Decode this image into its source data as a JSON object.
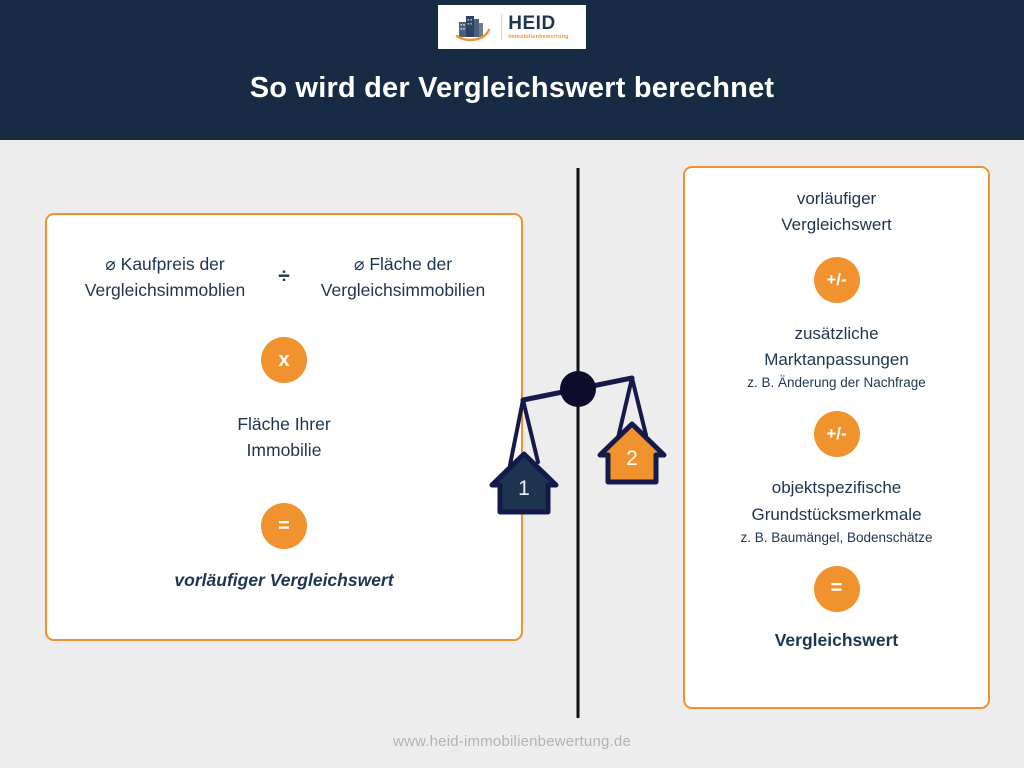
{
  "brand": {
    "logo_name": "HEID",
    "logo_tagline": "Immobilienbewertung",
    "logo_icon": "building-with-swoosh-icon"
  },
  "header": {
    "title": "So wird der Vergleichswert berechnet",
    "background_color": "#172b44"
  },
  "colors": {
    "navy": "#1d3550",
    "header_navy": "#172b44",
    "orange": "#f0922d",
    "page_background": "#ededed",
    "panel_background": "#ffffff",
    "footer_text": "#b3b3b3"
  },
  "left_panel": {
    "numerator": "⌀ Kaufpreis der\nVergleichsimmoblien",
    "numerator_line1": "⌀ Kaufpreis der",
    "numerator_line2": "Vergleichsimmoblien",
    "divide_operator": "÷",
    "denominator_line1": "⌀ Fläche der",
    "denominator_line2": "Vergleichsimmobilien",
    "multiply_operator": "x",
    "multiplier_line1": "Fläche Ihrer",
    "multiplier_line2": "Immobilie",
    "equals_operator": "=",
    "result": "vorläufiger Vergleichswert"
  },
  "right_panel": {
    "start_line1": "vorläufiger",
    "start_line2": "Vergleichswert",
    "op1": "+/-",
    "item1_line1": "zusätzliche",
    "item1_line2": "Marktanpassungen",
    "item1_note": "z. B. Änderung der Nachfrage",
    "op2": "+/-",
    "item2_line1": "objektspezifische",
    "item2_line2": "Grundstücksmerkmale",
    "item2_note": "z. B. Baumängel, Bodenschätze",
    "op3": "=",
    "result": "Vergleichswert"
  },
  "scale": {
    "icon": "balance-scale-with-houses-icon",
    "left_house_label": "1",
    "right_house_label": "2",
    "left_house_color": "#1d3550",
    "right_house_color": "#f0922d",
    "pivot_color": "#0d0d2b"
  },
  "footer": {
    "url": "www.heid-immobilienbewertung.de"
  }
}
